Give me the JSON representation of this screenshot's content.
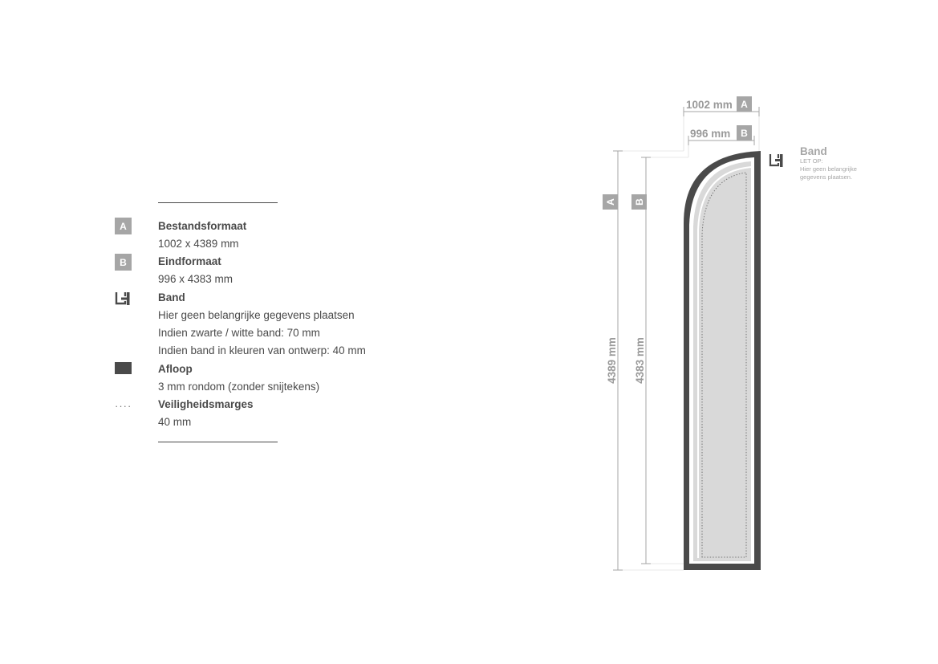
{
  "legend": {
    "bestandsformaat": {
      "badge": "A",
      "title": "Bestandsformaat",
      "value": "1002 x 4389 mm"
    },
    "eindformaat": {
      "badge": "B",
      "title": "Eindformaat",
      "value": "996 x 4383 mm"
    },
    "band": {
      "icon": "band-icon",
      "title": "Band",
      "lines": [
        "Hier geen belangrijke gegevens plaatsen",
        "Indien zwarte / witte band: 70 mm",
        "Indien band in kleuren van ontwerp: 40 mm"
      ]
    },
    "afloop": {
      "icon": "bleed-swatch",
      "title": "Afloop",
      "value": "3 mm rondom (zonder snijtekens)"
    },
    "veiligheidsmarges": {
      "icon": "dotted-line",
      "symbol": "····",
      "title": "Veiligheidsmarges",
      "value": "40 mm"
    }
  },
  "diagram": {
    "width_a": {
      "label": "1002 mm",
      "badge": "A"
    },
    "width_b": {
      "label": "996 mm",
      "badge": "B"
    },
    "height_a": {
      "label": "4389 mm",
      "badge": "A"
    },
    "height_b": {
      "label": "4383 mm",
      "badge": "B"
    },
    "band_note": {
      "title": "Band",
      "line1": "LET OP:",
      "line2": "Hier geen belangrijke",
      "line3": "gegevens plaatsen."
    }
  },
  "colors": {
    "dark": "#4a4a4a",
    "badge": "#a6a6a6",
    "dimension": "#9a9a9a",
    "panel_fill": "#d9d9d9",
    "safe_line": "#777777"
  }
}
